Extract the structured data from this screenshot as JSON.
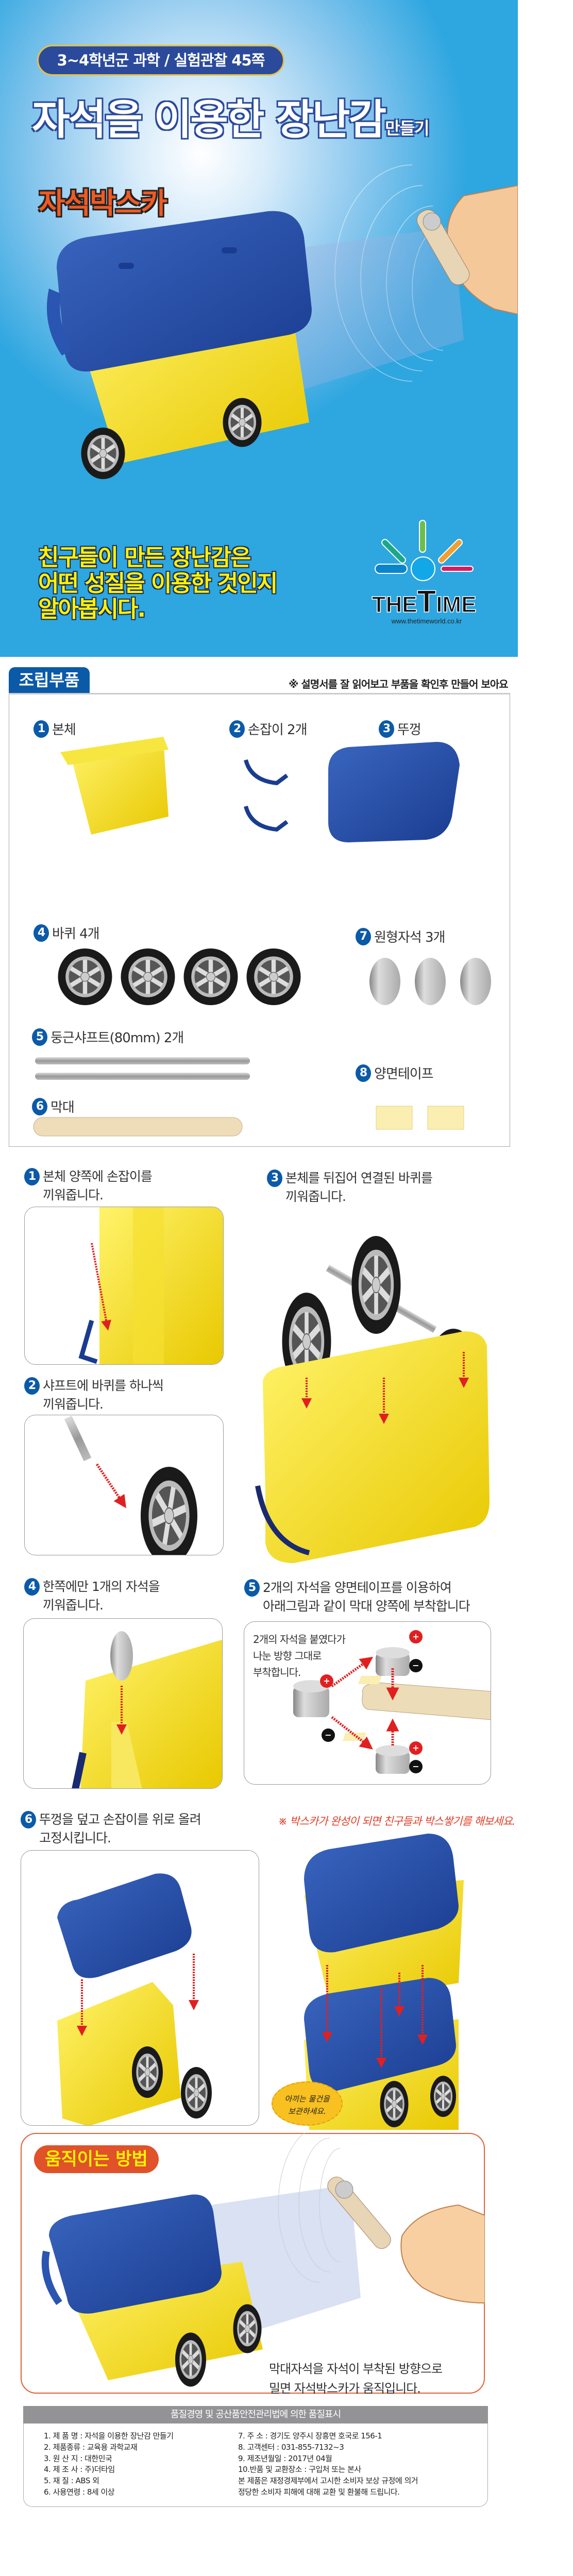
{
  "hero": {
    "badge": "3~4학년군 과학 / 실험관찰 45쪽",
    "title_main": "자석을 이용한 장난감",
    "title_small": "만들기",
    "subtitle": "자석박스카",
    "intro_lines": [
      "친구들이 만든 장난감은",
      "어떤 성질을 이용한 것인지",
      "알아봅시다."
    ],
    "logo_text": "THE TIME",
    "logo_url": "www.thetimeworld.co.kr"
  },
  "parts": {
    "tab_label": "조립부품",
    "note": "※ 설명서를 잘 읽어보고 부품을 확인후 만들어 보아요",
    "items": [
      {
        "num": "1",
        "label": "본체"
      },
      {
        "num": "2",
        "label": "손잡이 2개"
      },
      {
        "num": "3",
        "label": "뚜껑"
      },
      {
        "num": "4",
        "label": "바퀴 4개"
      },
      {
        "num": "5",
        "label": "둥근샤프트(80mm) 2개"
      },
      {
        "num": "6",
        "label": "막대"
      },
      {
        "num": "7",
        "label": "원형자석 3개"
      },
      {
        "num": "8",
        "label": "양면테이프"
      }
    ]
  },
  "steps": [
    {
      "num": "1",
      "line1": "본체 양쪽에 손잡이를",
      "line2": "끼워줍니다."
    },
    {
      "num": "2",
      "line1": "샤프트에 바퀴를 하나씩",
      "line2": "끼워줍니다."
    },
    {
      "num": "3",
      "line1": "본체를 뒤집어 연결된 바퀴를",
      "line2": "끼워줍니다."
    },
    {
      "num": "4",
      "line1": "한쪽에만 1개의 자석을",
      "line2": "끼워줍니다."
    },
    {
      "num": "5",
      "line1": "2개의 자석을 양면테이프를 이용하여",
      "line2": "아래그림과 같이 막대 양쪽에 부착합니다"
    },
    {
      "num": "6",
      "line1": "뚜껑을 덮고 손잡이를 위로 올려",
      "line2": "고정시킵니다."
    }
  ],
  "step5_caption": [
    "2개의 자석을 붙였다가",
    "나눈 방향 그대로",
    "부착합니다."
  ],
  "plus_sign": "+",
  "minus_sign": "−",
  "stack_note": "※ 박스카가 완성이 되면 친구들과 박스쌓기를 해보세요.",
  "bubble": [
    "아끼는 물건을",
    "보관하세요."
  ],
  "movement": {
    "tab_label": "움직이는 방법",
    "text": [
      "막대자석을 자석이 부착된 방향으로",
      "밀면 자석박스카가 움직입니다."
    ]
  },
  "quality": {
    "header": "품질경영 및 공산품안전관리법에 의한 품질표시",
    "left": [
      "1. 제 품 명 : 자석을 이용한 장난감 만들기",
      "2. 제품종류 : 교육용 과학교재",
      "3. 원 산 지 : 대한민국",
      "4. 제 조 사 : 주)더타임",
      "5. 재      질 : ABS 외",
      "6. 사용연령 : 8세 이상"
    ],
    "right": [
      "7. 주      소 : 경기도 양주시 장흥면 호국로 156-1",
      "8. 고객센터 : 031-855-7132~3",
      "9. 제조년월일 : 2017년 04월",
      "10.반품 및 교환장소 : 구입처 또는 본사",
      "본 제품은 재정경제부에서 고시한 소비자 보상 규정에 의거",
      "정당한 소비자 피해에 대해 교환 및 환불해 드립니다."
    ]
  },
  "colors": {
    "blue": "#0b5aa8",
    "navy": "#2b4a9c",
    "orange": "#e0522a",
    "yellow": "#fff200",
    "sky": "#2ea6e0"
  }
}
